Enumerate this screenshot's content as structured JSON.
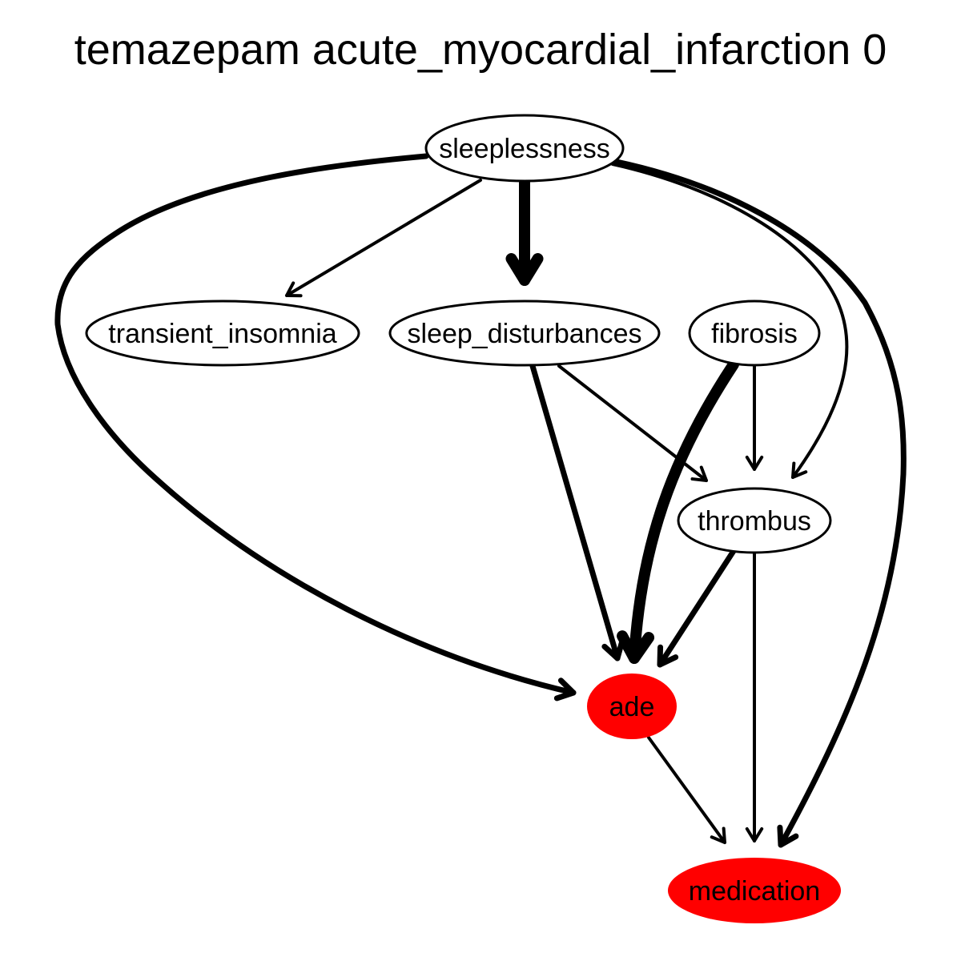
{
  "title": "temazepam acute_myocardial_infarction 0",
  "colors": {
    "highlight": "#ff0000",
    "edge": "#000000",
    "node_fill": "#ffffff"
  },
  "nodes": [
    {
      "id": "sleeplessness",
      "label": "sleeplessness",
      "highlight": false
    },
    {
      "id": "transient_insomnia",
      "label": "transient_insomnia",
      "highlight": false
    },
    {
      "id": "sleep_disturbances",
      "label": "sleep_disturbances",
      "highlight": false
    },
    {
      "id": "fibrosis",
      "label": "fibrosis",
      "highlight": false
    },
    {
      "id": "thrombus",
      "label": "thrombus",
      "highlight": false
    },
    {
      "id": "ade",
      "label": "ade",
      "highlight": true
    },
    {
      "id": "medication",
      "label": "medication",
      "highlight": true
    }
  ],
  "edges": [
    {
      "from": "sleeplessness",
      "to": "transient_insomnia",
      "weight": "thin"
    },
    {
      "from": "sleeplessness",
      "to": "sleep_disturbances",
      "weight": "heavy"
    },
    {
      "from": "sleeplessness",
      "to": "ade",
      "weight": "medium"
    },
    {
      "from": "sleeplessness",
      "to": "thrombus",
      "weight": "thin"
    },
    {
      "from": "sleeplessness",
      "to": "medication",
      "weight": "medium"
    },
    {
      "from": "sleep_disturbances",
      "to": "ade",
      "weight": "medium"
    },
    {
      "from": "sleep_disturbances",
      "to": "thrombus",
      "weight": "thin"
    },
    {
      "from": "fibrosis",
      "to": "ade",
      "weight": "heavy"
    },
    {
      "from": "fibrosis",
      "to": "thrombus",
      "weight": "thin"
    },
    {
      "from": "thrombus",
      "to": "ade",
      "weight": "medium"
    },
    {
      "from": "thrombus",
      "to": "medication",
      "weight": "thin"
    },
    {
      "from": "ade",
      "to": "medication",
      "weight": "thin"
    }
  ]
}
